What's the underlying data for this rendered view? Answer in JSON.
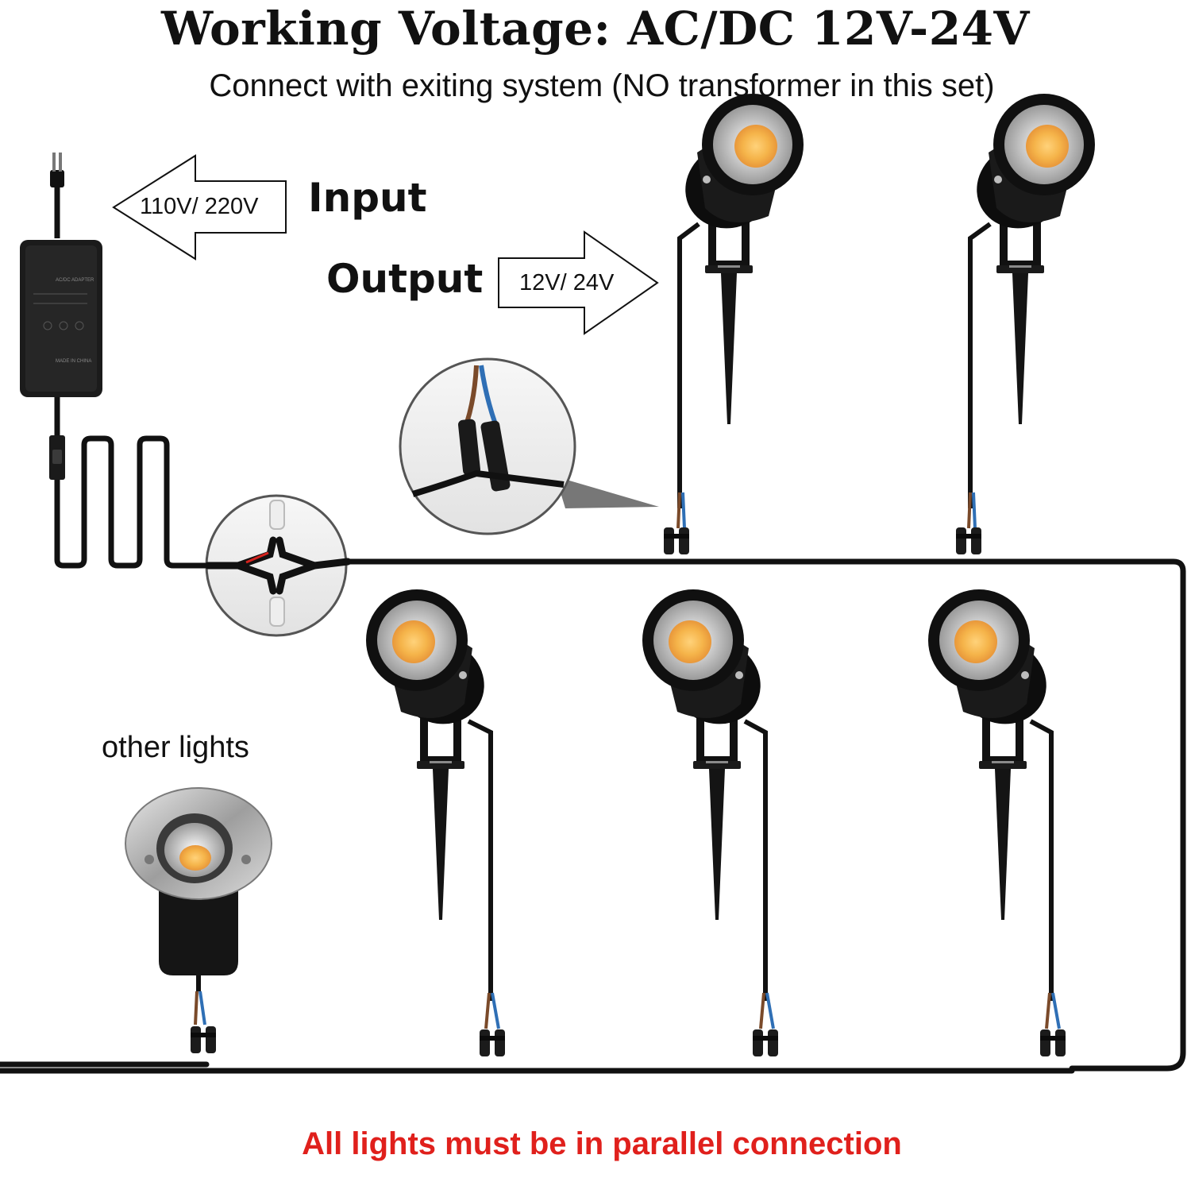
{
  "title": "Working Voltage: AC/DC 12V-24V",
  "subtitle": "Connect with exiting system (NO transformer in this set)",
  "input": {
    "label": "Input",
    "arrow_text": "110V/ 220V"
  },
  "output": {
    "label": "Output",
    "arrow_text": "12V/ 24V"
  },
  "adapter": {
    "label": "AC/DC ADAPTER",
    "origin": "MADE IN CHINA"
  },
  "other_lights_label": "other lights",
  "note": "All lights must be in parallel connection",
  "colors": {
    "note_red": "#e0201c",
    "led_amber": "#f5b44a",
    "cable_black": "#111111",
    "wire_blue": "#2f6fb5",
    "wire_brown": "#7a4a2a",
    "steel": "#b8b8b8"
  },
  "icons": [
    "plug-icon",
    "adapter-icon",
    "spotlight-icon",
    "in-ground-light-icon",
    "connector-icon",
    "magnifier-icon",
    "arrow-icon"
  ]
}
